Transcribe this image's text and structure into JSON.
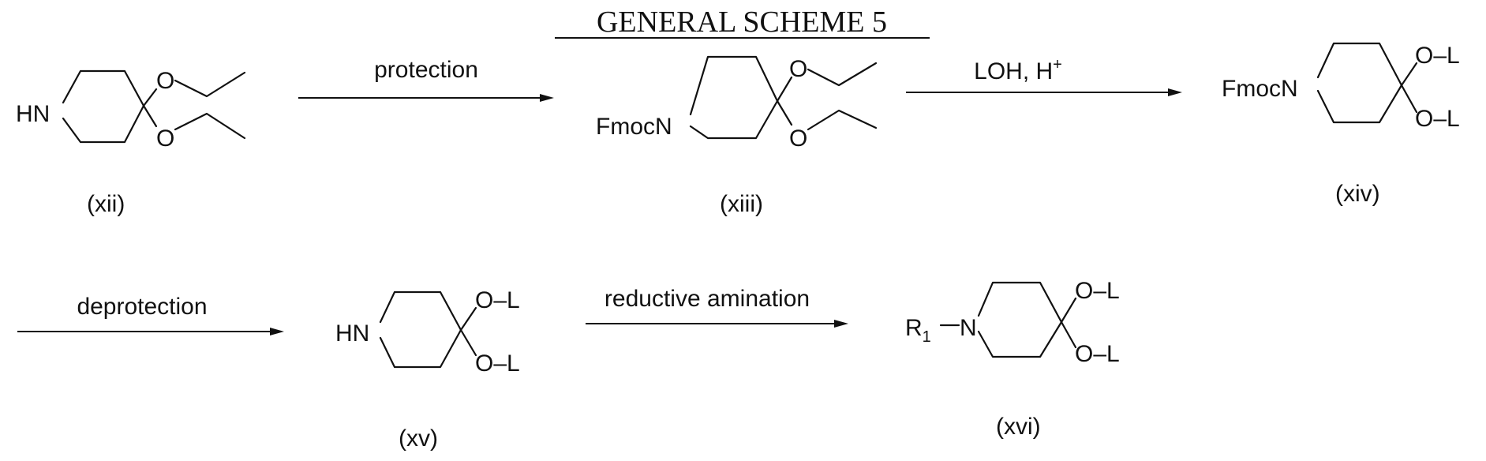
{
  "title": "GENERAL SCHEME 5",
  "steps": {
    "step1": "protection",
    "step2": "LOH, H",
    "step2_sup": "+",
    "step3": "deprotection",
    "step4": "reductive amination"
  },
  "compounds": {
    "xii": {
      "label": "(xii)",
      "n_group": "HN",
      "o_top": "O",
      "o_bottom": "O"
    },
    "xiii": {
      "label": "(xiii)",
      "n_group": "FmocN",
      "o_top": "O",
      "o_bottom": "O"
    },
    "xiv": {
      "label": "(xiv)",
      "n_group": "FmocN",
      "o_top": "O–L",
      "o_bottom": "O–L"
    },
    "xv": {
      "label": "(xv)",
      "n_group": "HN",
      "o_top": "O–L",
      "o_bottom": "O–L"
    },
    "xvi": {
      "label": "(xvi)",
      "r_group": "R",
      "r_sub": "1",
      "n_group": "N",
      "o_top": "O–L",
      "o_bottom": "O–L"
    }
  },
  "colors": {
    "ink": "#111111",
    "background": "#ffffff"
  }
}
